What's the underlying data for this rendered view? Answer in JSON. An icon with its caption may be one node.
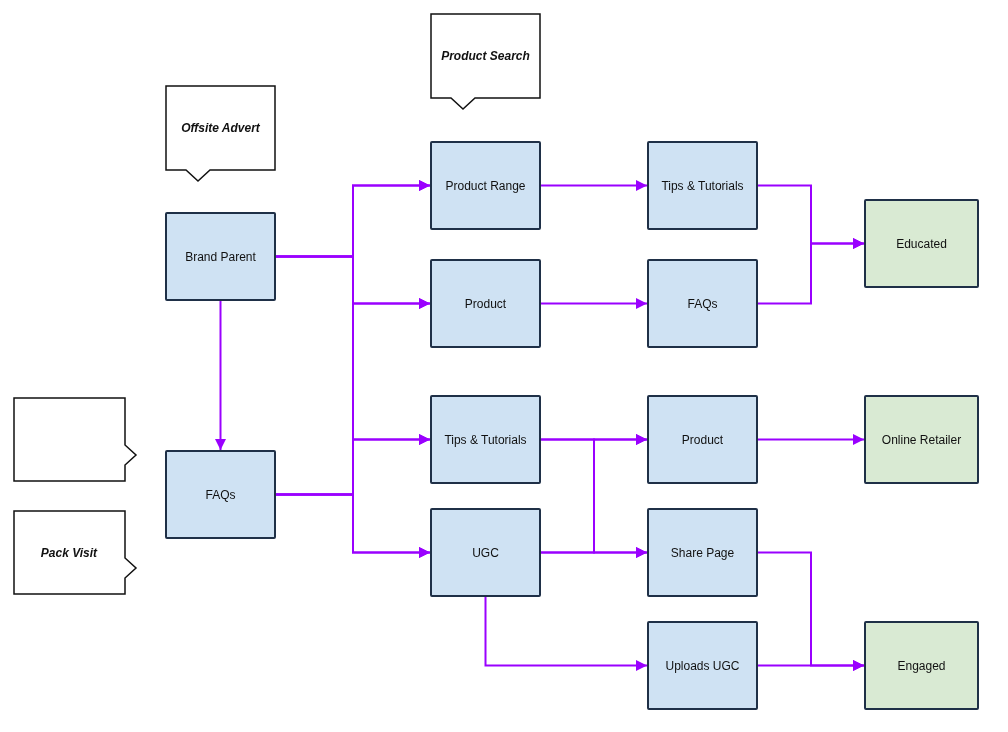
{
  "diagram": {
    "nodes": [
      {
        "text": [
          "Product Search"
        ]
      },
      {
        "text": [
          "Offsite Advert"
        ]
      },
      {
        "text": [
          "Brand Parent"
        ]
      },
      {
        "text": [
          "Product Range"
        ]
      },
      {
        "text": [
          "Tips & Tutorials"
        ]
      },
      {
        "text": [
          "Educated"
        ]
      },
      {
        "text": [
          "Product"
        ]
      },
      {
        "text": [
          "FAQs"
        ]
      },
      {
        "text": [],
        "shape": "callout"
      },
      {
        "text": [
          "Tips & Tutorials"
        ]
      },
      {
        "text": [
          "Product"
        ]
      },
      {
        "text": [
          "Online Retailer"
        ]
      },
      {
        "text": [
          "FAQs"
        ]
      },
      {
        "text": [
          "Pack Visit"
        ]
      },
      {
        "text": [
          "UGC"
        ]
      },
      {
        "text": [
          "Share Page"
        ]
      },
      {
        "text": [
          "Uploads UGC"
        ]
      },
      {
        "text": [
          "Engaged"
        ]
      }
    ],
    "edges": [
      {
        "from": 2,
        "to": 3,
        "arrow": "to"
      },
      {
        "from": 2,
        "to": 6,
        "arrow": "to"
      },
      {
        "from": 2,
        "to": 9,
        "arrow": "to"
      },
      {
        "from": 2,
        "to": 14,
        "arrow": "to"
      },
      {
        "from": 2,
        "to": 12,
        "arrow": "to"
      },
      {
        "from": 12,
        "to": 3,
        "arrow": "to"
      },
      {
        "from": 12,
        "to": 6,
        "arrow": "to"
      },
      {
        "from": 12,
        "to": 9,
        "arrow": "to"
      },
      {
        "from": 12,
        "to": 14,
        "arrow": "to"
      },
      {
        "from": 3,
        "to": 4,
        "arrow": "to"
      },
      {
        "from": 6,
        "to": 7,
        "arrow": "to"
      },
      {
        "from": 4,
        "to": 5,
        "arrow": "to"
      },
      {
        "from": 7,
        "to": 5,
        "arrow": "to"
      },
      {
        "from": 9,
        "to": 10,
        "arrow": "to"
      },
      {
        "from": 9,
        "to": 15,
        "arrow": "to"
      },
      {
        "from": 14,
        "to": 10,
        "arrow": "to"
      },
      {
        "from": 14,
        "to": 15,
        "arrow": "to"
      },
      {
        "from": 10,
        "to": 11,
        "arrow": "to"
      },
      {
        "from": 15,
        "to": 17,
        "arrow": "to"
      },
      {
        "from": 16,
        "to": 17,
        "arrow": "to"
      },
      {
        "from": 14,
        "to": 16,
        "arrow": "to"
      }
    ]
  }
}
